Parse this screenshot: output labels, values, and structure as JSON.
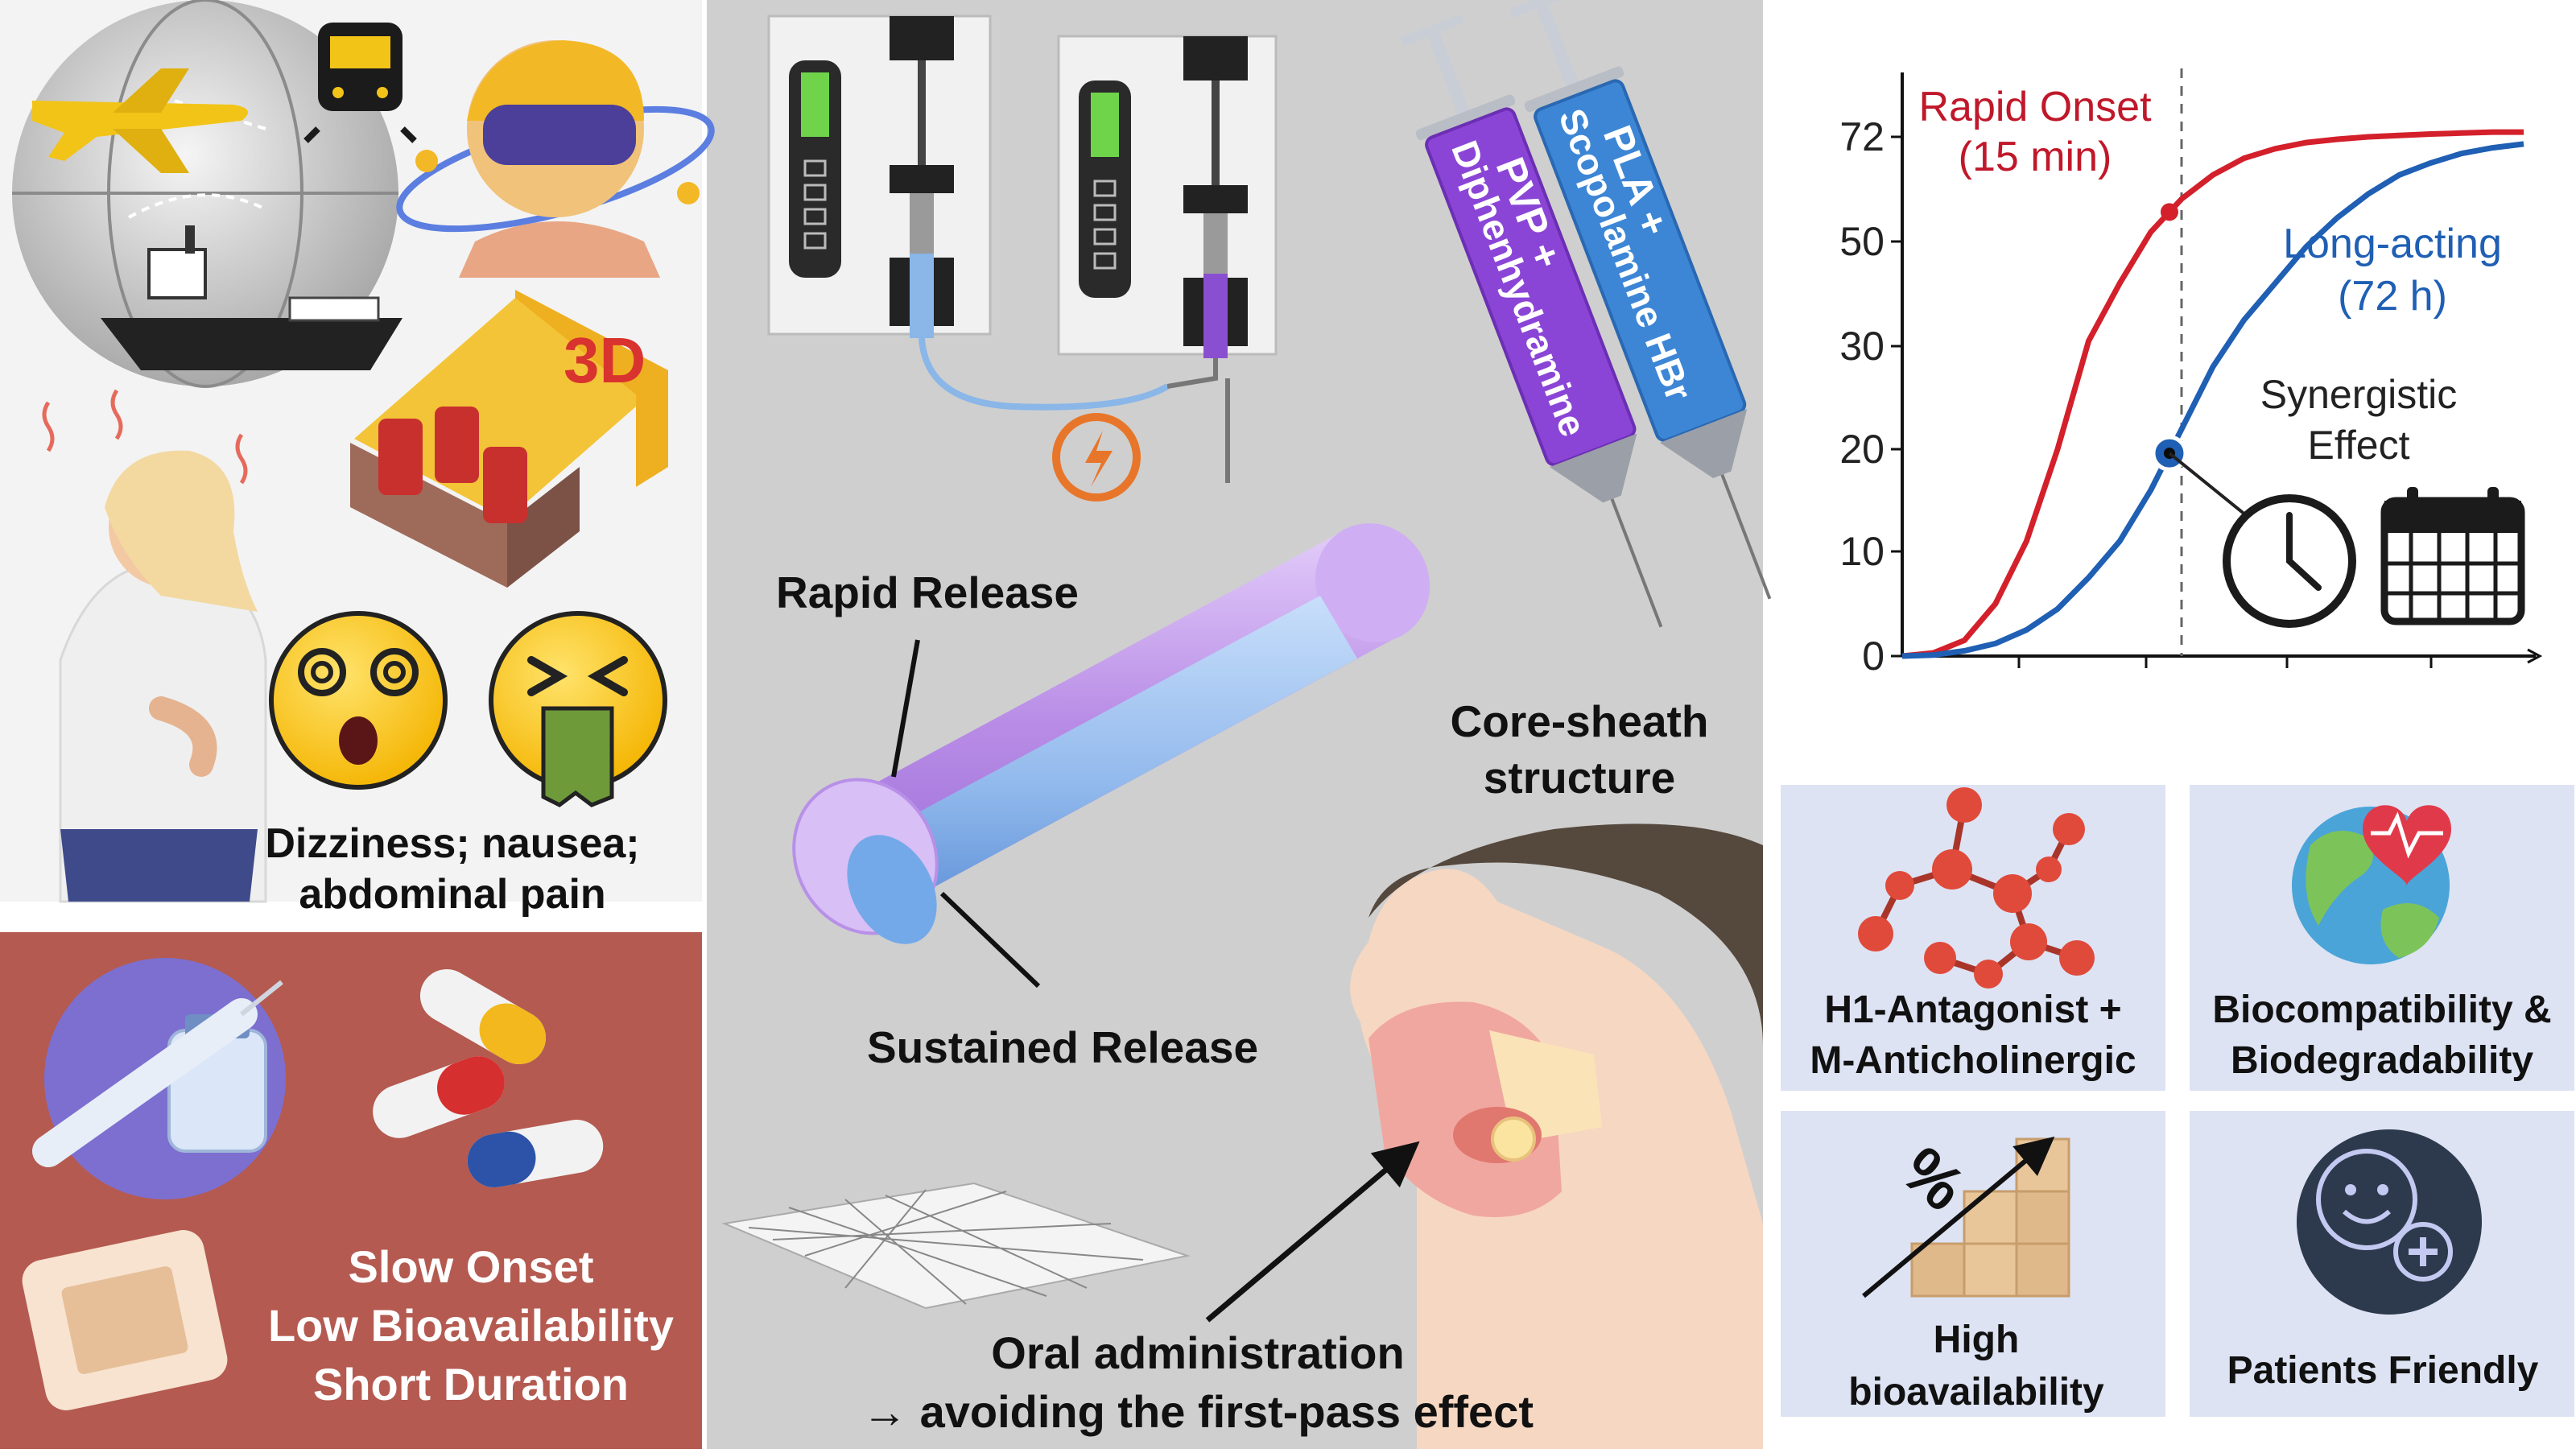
{
  "colors": {
    "left_bg": "#f3f3f3",
    "center_bg": "#cfcfcf",
    "problem_bg": "#b45a50",
    "card_bg": "#dde3f3",
    "onset_red": "#d3202b",
    "long_blue": "#1f5fb4",
    "sheath_purple": "#b88be6",
    "core_blue": "#8cc1ee",
    "syringe_purple": "#8b45d6",
    "syringe_blue": "#3d86d6"
  },
  "symptoms": {
    "line1": "Dizziness; nausea;",
    "line2": "abdominal pain",
    "icons": [
      "airplane-icon",
      "train-icon",
      "ship-icon",
      "vr-headset-icon",
      "3d-cinema-icon",
      "dizzy-face-icon",
      "nauseated-face-icon"
    ],
    "cinema_label": "3D"
  },
  "problems": {
    "line1": "Slow Onset",
    "line2": "Low Bioavailability",
    "line3": "Short Duration",
    "icons": [
      "injection-icon",
      "capsule-icon",
      "patch-icon"
    ]
  },
  "fabrication": {
    "syringe_pvp": "PVP +",
    "syringe_pvp_drug": "Diphenhydramine",
    "syringe_pla": "PLA +",
    "syringe_pla_drug": "Scopolamine HBr",
    "icons": [
      "syringe-pump-icon",
      "high-voltage-icon"
    ]
  },
  "fiber": {
    "rapid_label": "Rapid Release",
    "sustained_label": "Sustained Release",
    "structure_line1": "Core-sheath",
    "structure_line2": "structure"
  },
  "administration": {
    "line1": "Oral administration",
    "line2": "→ avoiding the first-pass effect",
    "icons": [
      "nanofiber-mat-icon",
      "oral-cavity-icon"
    ]
  },
  "chart_data": {
    "type": "line",
    "title": "",
    "xlabel": "",
    "ylabel": "",
    "y_ticks": [
      "0",
      "10",
      "20",
      "30",
      "50",
      "72"
    ],
    "series": [
      {
        "name": "Rapid Onset (15 min)",
        "label_line1": "Rapid Onset",
        "label_line2": "(15 min)",
        "color": "#d3202b",
        "x": [
          0,
          0.05,
          0.1,
          0.15,
          0.2,
          0.25,
          0.3,
          0.35,
          0.4,
          0.45,
          0.5,
          0.55,
          0.6,
          0.65,
          0.7,
          0.75,
          0.8,
          0.85,
          0.9,
          0.95,
          1
        ],
        "y": [
          0,
          0.3,
          1.5,
          5,
          11,
          20,
          31,
          42,
          52,
          59,
          64,
          67.5,
          69.5,
          70.8,
          71.5,
          72,
          72.3,
          72.6,
          72.8,
          73,
          73
        ]
      },
      {
        "name": "Long-acting (72 h)",
        "label_line1": "Long-acting",
        "label_line2": "(72 h)",
        "color": "#1f5fb4",
        "x": [
          0,
          0.05,
          0.1,
          0.15,
          0.2,
          0.25,
          0.3,
          0.35,
          0.4,
          0.45,
          0.5,
          0.55,
          0.6,
          0.65,
          0.7,
          0.75,
          0.8,
          0.85,
          0.9,
          0.95,
          1
        ],
        "y": [
          0,
          0.1,
          0.5,
          1.2,
          2.5,
          4.5,
          7.5,
          11,
          16,
          22,
          28,
          35,
          42,
          49,
          55,
          60,
          64,
          66.5,
          68.5,
          69.7,
          70.5
        ]
      }
    ],
    "markers": [
      {
        "x": 0.43,
        "series": 0
      },
      {
        "x": 0.43,
        "series": 1
      }
    ],
    "annotation_line1": "Synergistic",
    "annotation_line2": "Effect",
    "icons": [
      "clock-icon",
      "calendar-icon"
    ],
    "grid": false
  },
  "features": [
    {
      "line1": "H1-Antagonist +",
      "line2": "M-Anticholinergic",
      "icon": "molecule-icon"
    },
    {
      "line1": "Biocompatibility &",
      "line2": "Biodegradability",
      "icon": "earth-heart-icon"
    },
    {
      "line1": "High",
      "line2": "bioavailability",
      "icon": "percent-growth-icon"
    },
    {
      "line1": "Patients Friendly",
      "line2": "",
      "icon": "smiley-medical-icon"
    }
  ],
  "percent_sign": "%"
}
